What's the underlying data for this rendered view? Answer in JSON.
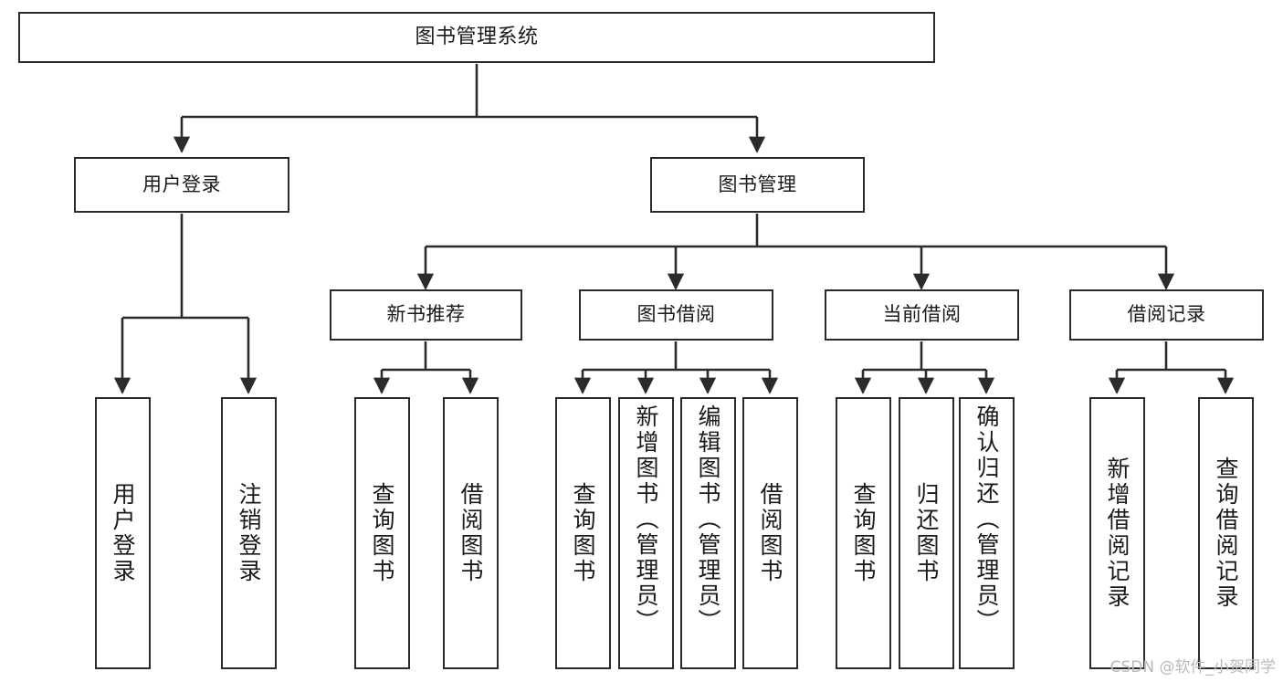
{
  "diagram": {
    "type": "tree",
    "title": "图书管理系统",
    "root": {
      "label": "图书管理系统"
    },
    "level1": [
      {
        "label": "用户登录"
      },
      {
        "label": "图书管理"
      }
    ],
    "level2": [
      {
        "label": "新书推荐"
      },
      {
        "label": "图书借阅"
      },
      {
        "label": "当前借阅"
      },
      {
        "label": "借阅记录"
      }
    ],
    "leaves": [
      {
        "label": "用户登录",
        "parent": "用户登录"
      },
      {
        "label": "注销登录",
        "parent": "用户登录"
      },
      {
        "label": "查询图书",
        "parent": "新书推荐"
      },
      {
        "label": "借阅图书",
        "parent": "新书推荐"
      },
      {
        "label": "查询图书",
        "parent": "图书借阅"
      },
      {
        "label": "新增图书（管理员）",
        "parent": "图书借阅"
      },
      {
        "label": "编辑图书（管理员）",
        "parent": "图书借阅"
      },
      {
        "label": "借阅图书",
        "parent": "图书借阅"
      },
      {
        "label": "查询图书",
        "parent": "当前借阅"
      },
      {
        "label": "归还图书",
        "parent": "当前借阅"
      },
      {
        "label": "确认归还（管理员）",
        "parent": "当前借阅"
      },
      {
        "label": "新增借阅记录",
        "parent": "借阅记录"
      },
      {
        "label": "查询借阅记录",
        "parent": "借阅记录"
      }
    ]
  },
  "watermark": {
    "text": "CSDN @软件_小贺同学"
  },
  "colors": {
    "stroke": "#2b2b2b",
    "background": "#ffffff",
    "text": "#1a1a1a",
    "watermark": "#b9b9b9"
  }
}
